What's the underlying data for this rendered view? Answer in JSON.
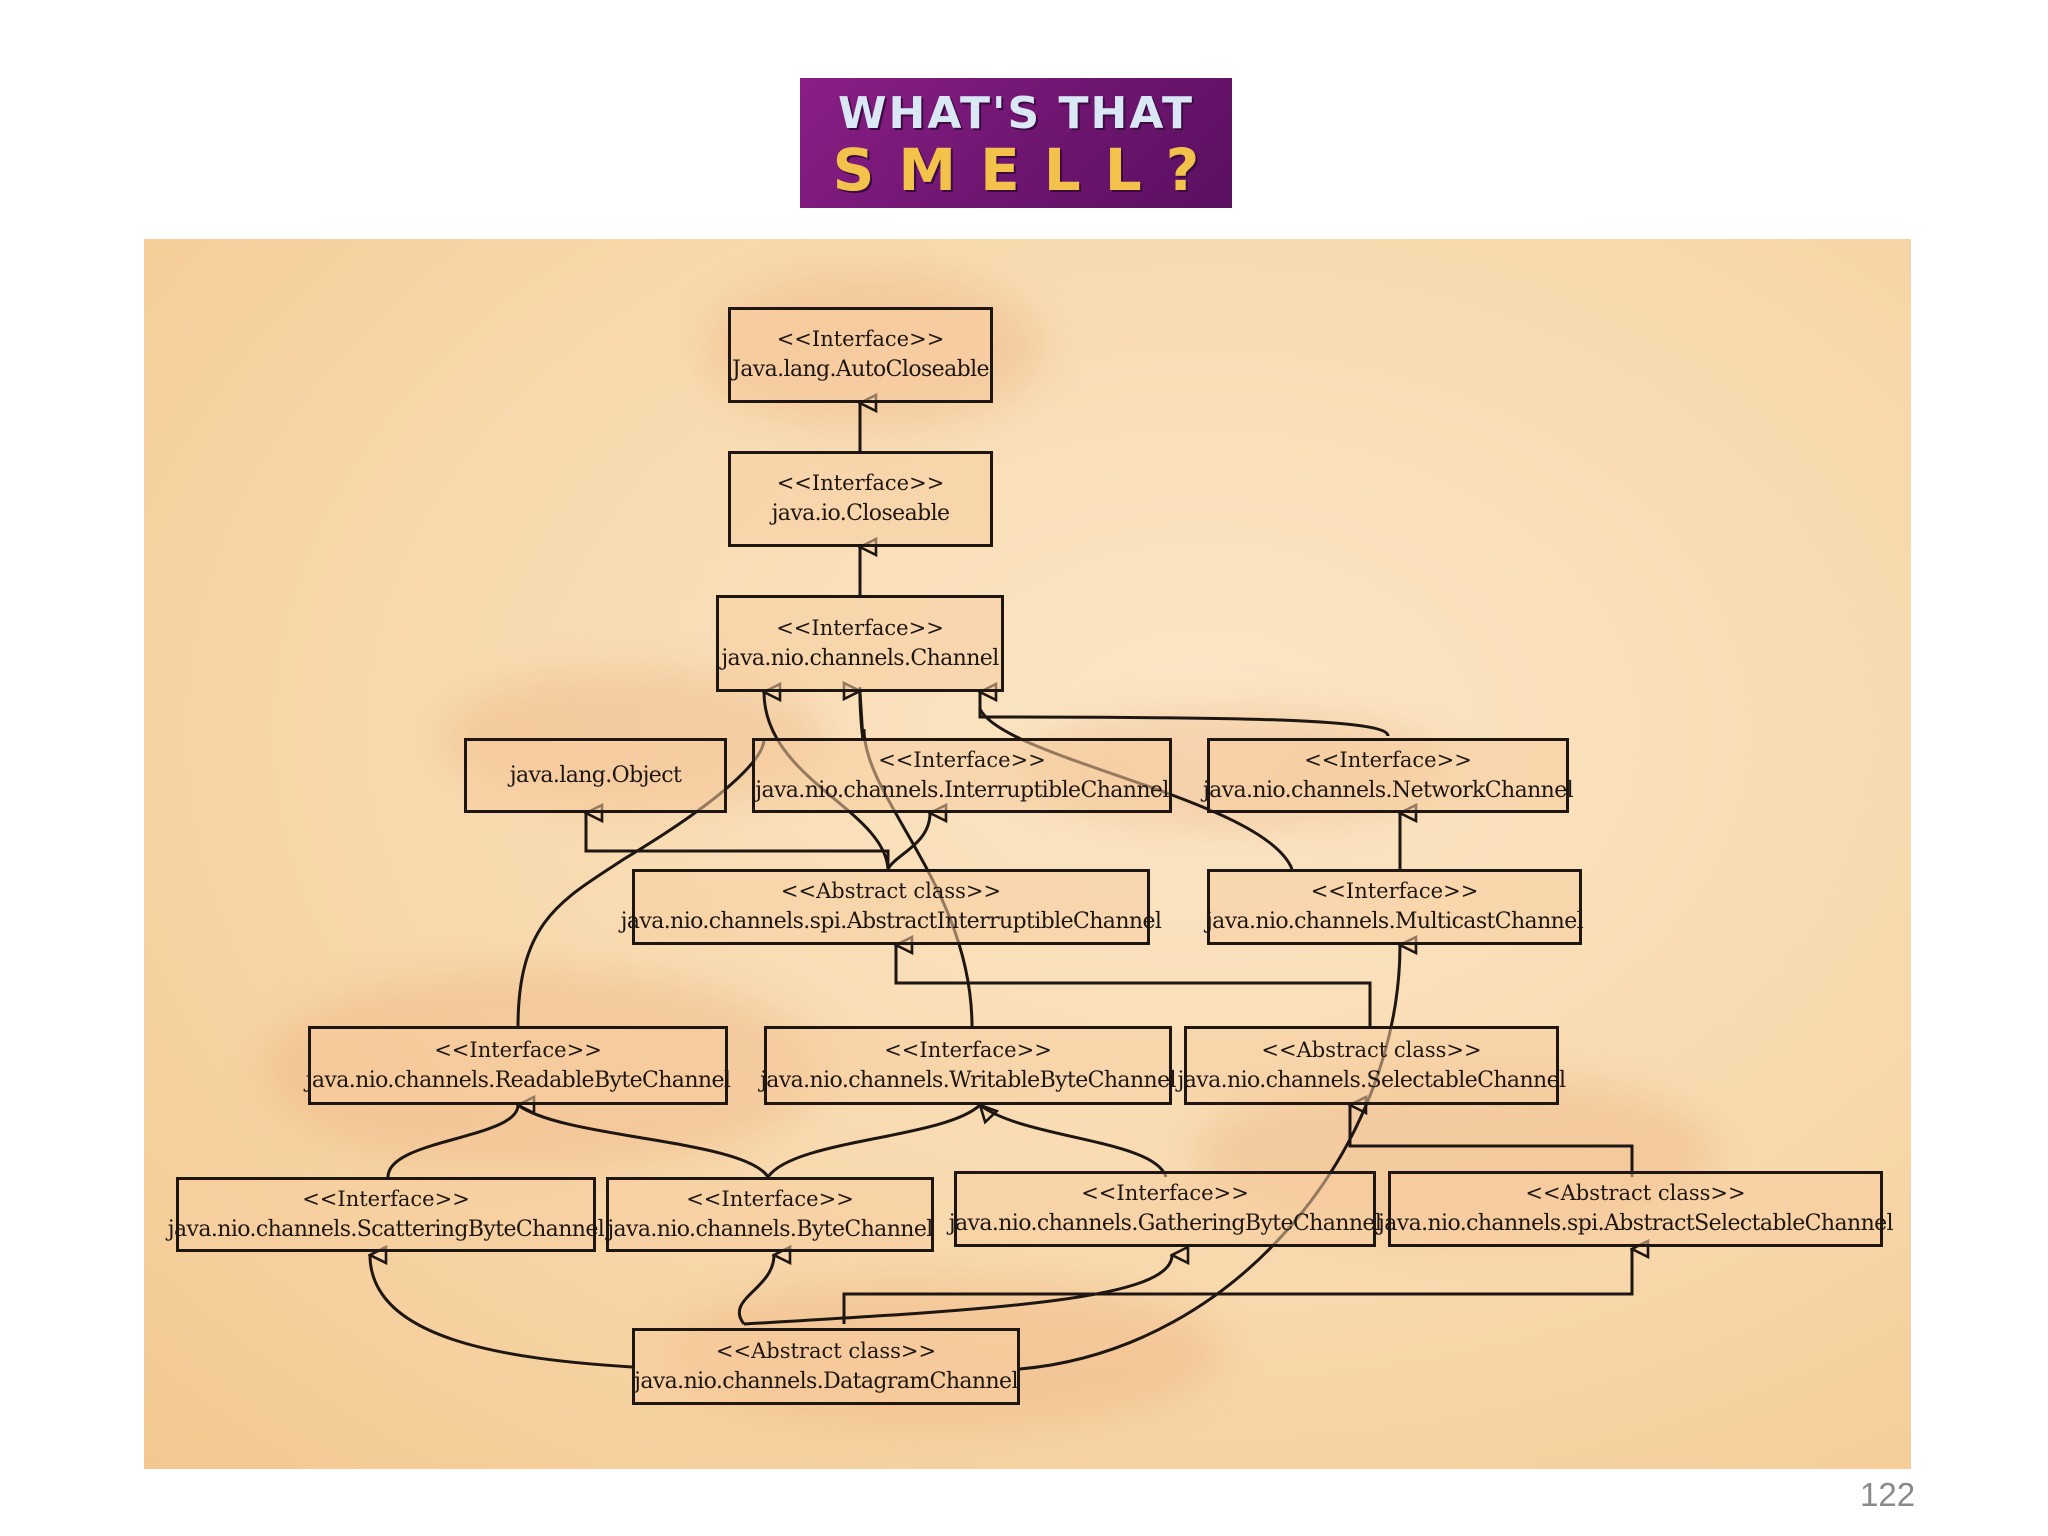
{
  "logo": {
    "line1": "WHAT'S THAT",
    "line2": "SMELL?"
  },
  "diagram": {
    "nodes": {
      "autocloseable": {
        "stereotype": "<<Interface>>",
        "name": "Java.lang.AutoCloseable"
      },
      "closeable": {
        "stereotype": "<<Interface>>",
        "name": "java.io.Closeable"
      },
      "channel": {
        "stereotype": "<<Interface>>",
        "name": "java.nio.channels.Channel"
      },
      "object": {
        "name": "java.lang.Object"
      },
      "interruptible": {
        "stereotype": "<<Interface>>",
        "name": "java.nio.channels.InterruptibleChannel"
      },
      "network": {
        "stereotype": "<<Interface>>",
        "name": "java.nio.channels.NetworkChannel"
      },
      "abstract_interruptible": {
        "stereotype": "<<Abstract class>>",
        "name": "java.nio.channels.spi.AbstractInterruptibleChannel"
      },
      "multicast": {
        "stereotype": "<<Interface>>",
        "name": "java.nio.channels.MulticastChannel"
      },
      "readable": {
        "stereotype": "<<Interface>>",
        "name": "java.nio.channels.ReadableByteChannel"
      },
      "writable": {
        "stereotype": "<<Interface>>",
        "name": "java.nio.channels.WritableByteChannel"
      },
      "selectable": {
        "stereotype": "<<Abstract class>>",
        "name": "java.nio.channels.SelectableChannel"
      },
      "scattering": {
        "stereotype": "<<Interface>>",
        "name": "java.nio.channels.ScatteringByteChannel"
      },
      "bytechannel": {
        "stereotype": "<<Interface>>",
        "name": "java.nio.channels.ByteChannel"
      },
      "gathering": {
        "stereotype": "<<Interface>>",
        "name": "java.nio.channels.GatheringByteChannel"
      },
      "abstract_selectable": {
        "stereotype": "<<Abstract class>>",
        "name": "java.nio.channels.spi.AbstractSelectableChannel"
      },
      "datagram": {
        "stereotype": "<<Abstract class>>",
        "name": "java.nio.channels.DatagramChannel"
      }
    }
  },
  "footer": {
    "slide_number": "122"
  }
}
